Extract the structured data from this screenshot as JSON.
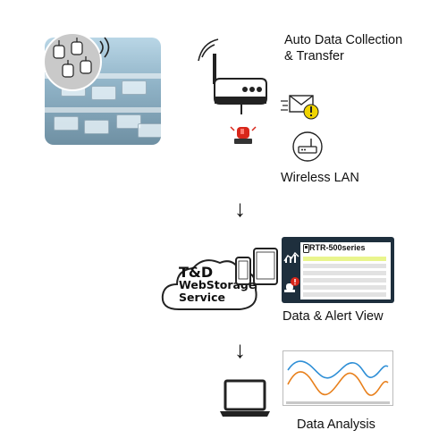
{
  "steps": {
    "auto_collection_label_line1": "Auto Data Collection",
    "auto_collection_label_line2": "& Transfer",
    "wireless_label": "Wireless LAN",
    "alert_view_label": "Data & Alert View",
    "analysis_label": "Data Analysis"
  },
  "cloud": {
    "line1": "T&D",
    "line2": "WebStorage",
    "line3": "Service"
  },
  "device_panel": {
    "title": "RTR-500series",
    "highlight_color": "#e9f58d"
  },
  "icons": {
    "alert_color": "#f0d400",
    "alarm_light_color": "#d8261a",
    "chart_series_1_color": "#2f8fd6",
    "chart_series_2_color": "#e8801c"
  }
}
